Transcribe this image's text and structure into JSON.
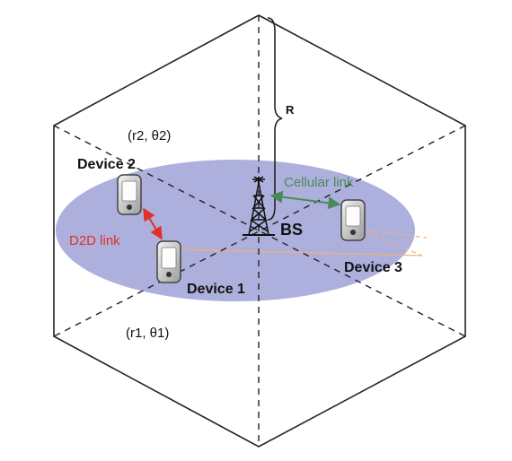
{
  "labels": {
    "r_label": "R",
    "coord2": "(r2, θ2)",
    "coord1": "(r1, θ1)",
    "device2": "Device 2",
    "device1": "Device 1",
    "device3": "Device 3",
    "bs": "BS",
    "cellular_link": "Cellular link",
    "d2d_link": "D2D link"
  },
  "colors": {
    "cell_area": "#9fa2d6",
    "cellular_link": "#4a8a5a",
    "d2d_link": "#e0302a",
    "interference": "#f0b27a",
    "text": "#111111"
  },
  "icons": [
    "tower-icon",
    "phone-icon"
  ]
}
